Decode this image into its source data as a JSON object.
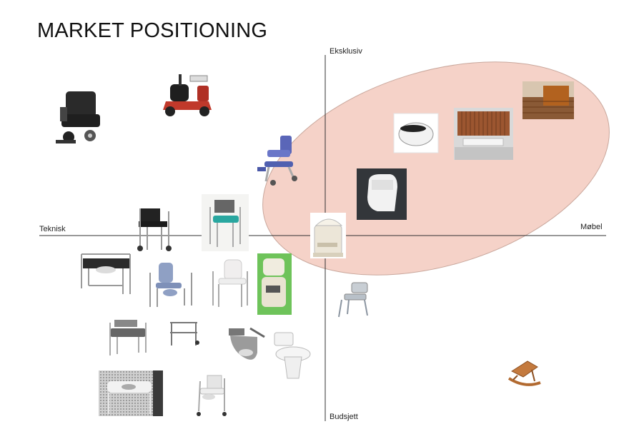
{
  "title": "MARKET POSITIONING",
  "axes": {
    "top": "Eksklusiv",
    "bottom": "Budsjett",
    "left": "Teknisk",
    "right": "Møbel"
  },
  "colors": {
    "highlight_fill": "#f5d2c8",
    "highlight_stroke": "#c9a79c",
    "axis": "#333333"
  },
  "products": [
    {
      "id": "power-wheelchair",
      "icon": "power-wheelchair-icon"
    },
    {
      "id": "mobility-scooter",
      "icon": "mobility-scooter-icon"
    },
    {
      "id": "shower-tilt-chair",
      "icon": "shower-chair-icon"
    },
    {
      "id": "wall-hung-egg-toilet",
      "icon": "toilet-icon"
    },
    {
      "id": "bathroom-wood-cabinet",
      "icon": "bathroom-cabinet-icon"
    },
    {
      "id": "wooden-bench",
      "icon": "bench-icon"
    },
    {
      "id": "smart-toilet",
      "icon": "smart-toilet-icon"
    },
    {
      "id": "portable-toilet",
      "icon": "portable-toilet-icon"
    },
    {
      "id": "commode-wheel-chair-black",
      "icon": "commode-chair-icon"
    },
    {
      "id": "shower-commode-chair-teal",
      "icon": "shower-commode-icon"
    },
    {
      "id": "bariatric-commode",
      "icon": "bariatric-commode-icon"
    },
    {
      "id": "blue-commode",
      "icon": "commode-icon"
    },
    {
      "id": "white-commode",
      "icon": "commode-icon"
    },
    {
      "id": "composting-toilet",
      "icon": "composting-toilet-icon"
    },
    {
      "id": "shower-stool",
      "icon": "shower-stool-icon"
    },
    {
      "id": "folding-commode",
      "icon": "folding-commode-icon"
    },
    {
      "id": "toilet-frame",
      "icon": "toilet-frame-icon"
    },
    {
      "id": "raised-toilet-seat",
      "icon": "raised-seat-icon"
    },
    {
      "id": "standard-toilet",
      "icon": "toilet-icon"
    },
    {
      "id": "bariatric-toilet-frame",
      "icon": "toilet-frame-icon"
    },
    {
      "id": "wheeled-commode",
      "icon": "wheeled-commode-icon"
    },
    {
      "id": "rocking-stool",
      "icon": "rocking-stool-icon"
    }
  ]
}
